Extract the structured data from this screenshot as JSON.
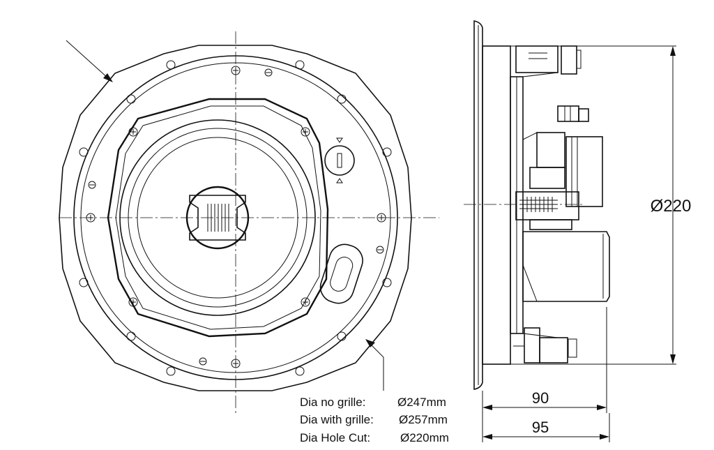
{
  "dimensions": {
    "height": "Ø220",
    "depth_short": "90",
    "depth_long": "95"
  },
  "specs": [
    {
      "label": "Dia no grille:",
      "value": "Ø247mm"
    },
    {
      "label": "Dia with grille:",
      "value": "Ø257mm"
    },
    {
      "label": "Dia Hole Cut:",
      "value": "Ø220mm"
    }
  ]
}
